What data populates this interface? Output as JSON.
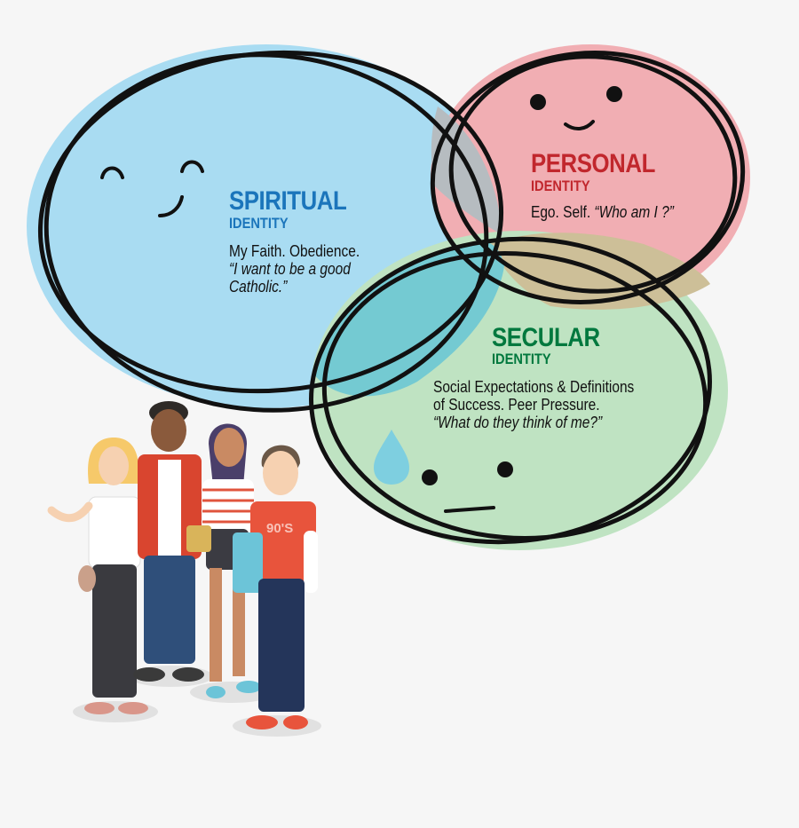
{
  "colors": {
    "spiritual": "#1b75bb",
    "personal": "#c1272d",
    "secular": "#00783e",
    "spiritual_fill": "#a9dcf2",
    "personal_fill": "#f1aeb3",
    "secular_fill": "#bfe3c2"
  },
  "spiritual": {
    "title": "SPIRITUAL",
    "subtitle": "IDENTITY",
    "line1": "My Faith. Obedience.",
    "quote1": "“I want to be a good",
    "quote2": "Catholic.”"
  },
  "personal": {
    "title": "PERSONAL",
    "subtitle": "IDENTITY",
    "line1": "Ego. Self.",
    "quote1": "“Who am I ?”"
  },
  "secular": {
    "title": "SECULAR",
    "subtitle": "IDENTITY",
    "line1": "Social Expectations & Definitions",
    "line2": "of Success.  Peer Pressure.",
    "quote1": "“What do they think of me?”"
  },
  "people": {
    "shirt_text": "90'S"
  }
}
